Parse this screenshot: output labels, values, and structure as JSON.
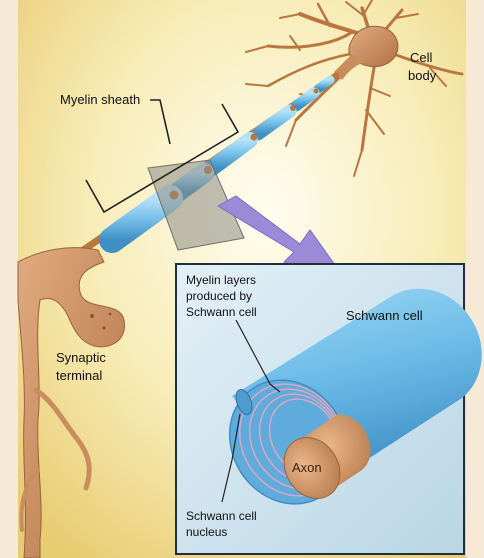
{
  "labels": {
    "myelin_sheath": "Myelin sheath",
    "cell_body_line1": "Cell",
    "cell_body_line2": "body",
    "synaptic_line1": "Synaptic",
    "synaptic_line2": "terminal",
    "myelin_layers_line1": "Myelin layers",
    "myelin_layers_line2": "produced by",
    "myelin_layers_line3": "Schwann cell",
    "schwann_cell": "Schwann cell",
    "axon": "Axon",
    "schwann_nucleus_line1": "Schwann cell",
    "schwann_nucleus_line2": "nucleus"
  },
  "colors": {
    "page_border": "#f6e9d6",
    "background_glow": "#fffbe6",
    "background_edge": "#ecd27a",
    "myelin_blue": "#7cc4ec",
    "myelin_dark": "#3f8fc4",
    "neuron_tan": "#c98c5c",
    "neuron_dark": "#9a6238",
    "inset_bg": "#cfe3ee",
    "inset_border": "#1f2f3d",
    "callout_purple": "#9a8ad8",
    "plane_gray": "#8a8a84"
  }
}
